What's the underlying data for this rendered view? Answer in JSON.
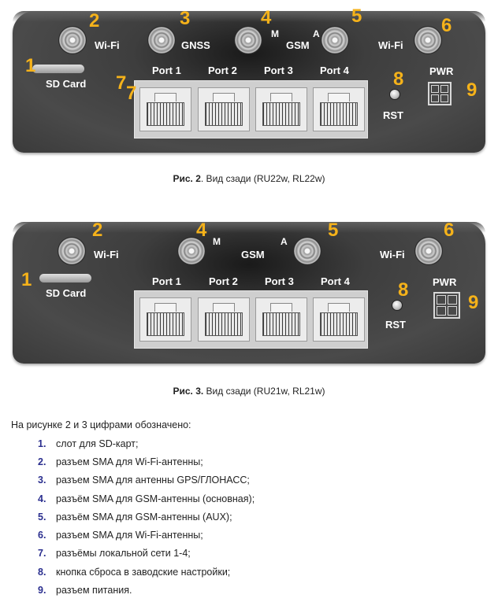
{
  "figure2": {
    "labels": {
      "wifi_left": "Wi-Fi",
      "gnss": "GNSS",
      "m": "M",
      "gsm": "GSM",
      "a": "A",
      "wifi_right": "Wi-Fi",
      "sd_card": "SD Card",
      "port1": "Port 1",
      "port2": "Port 2",
      "port3": "Port 3",
      "port4": "Port 4",
      "rst": "RST",
      "pwr": "PWR"
    },
    "numbers": [
      "1",
      "2",
      "3",
      "4",
      "5",
      "6",
      "7",
      "7",
      "8",
      "9"
    ],
    "caption_bold": "Рис. 2",
    "caption_rest": ". Вид сзади (RU22w, RL22w)"
  },
  "figure3": {
    "labels": {
      "wifi_left": "Wi-Fi",
      "m": "M",
      "gsm": "GSM",
      "a": "A",
      "wifi_right": "Wi-Fi",
      "sd_card": "SD Card",
      "port1": "Port 1",
      "port2": "Port 2",
      "port3": "Port 3",
      "port4": "Port 4",
      "rst": "RST",
      "pwr": "PWR"
    },
    "numbers": [
      "1",
      "2",
      "4",
      "5",
      "6",
      "8",
      "9"
    ],
    "caption_bold": "Рис. 3.",
    "caption_rest": " Вид сзади (RU21w, RL21w)"
  },
  "intro": "На рисунке 2 и 3 цифрами обозначено:",
  "legend": [
    {
      "n": "1.",
      "text": "слот для SD-карт;"
    },
    {
      "n": "2.",
      "text": "разъем SMA для Wi-Fi-антенны;"
    },
    {
      "n": "3.",
      "text": "разъем SMA для антенны GPS/ГЛОНАСС;"
    },
    {
      "n": "4.",
      "text": "разъём SMA для GSM-антенны (основная);"
    },
    {
      "n": "5.",
      "text": "разъём SMA для GSM-антенны (AUX);"
    },
    {
      "n": "6.",
      "text": "разъем SMA для Wi-Fi-антенны;"
    },
    {
      "n": "7.",
      "text": "разъёмы локальной сети 1-4;"
    },
    {
      "n": "8.",
      "text": "кнопка сброса в заводские настройки;"
    },
    {
      "n": "9.",
      "text": "разъем питания."
    }
  ],
  "colors": {
    "number_accent": "#f5b21a",
    "list_number": "#2b2f8f"
  }
}
